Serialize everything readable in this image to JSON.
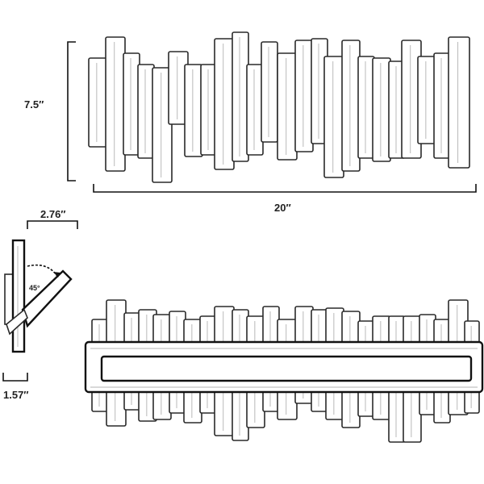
{
  "dimensions": {
    "height": "7.5″",
    "width": "20″",
    "depth": "2.76″",
    "hook_depth": "1.57″",
    "angle": "45°"
  }
}
